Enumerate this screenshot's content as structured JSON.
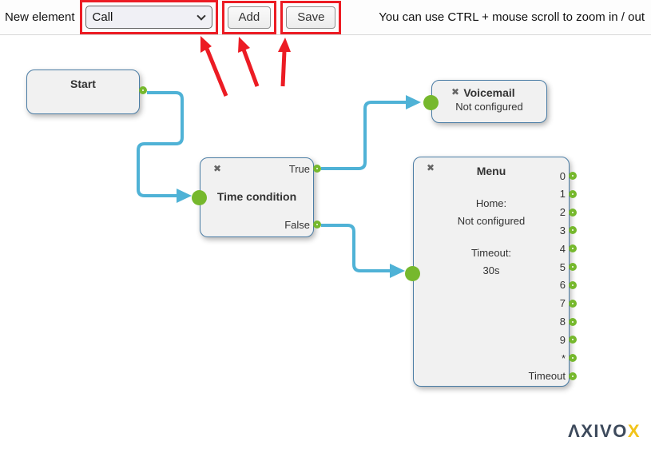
{
  "toolbar": {
    "new_element_label": "New element",
    "element_select": {
      "value": "Call"
    },
    "add_label": "Add",
    "save_label": "Save",
    "hint": "You can use CTRL + mouse scroll to zoom in / out"
  },
  "icons": {
    "close": "✖"
  },
  "colors": {
    "green": "#76b82d",
    "blue": "#4fb2d6",
    "red": "#ec1c24",
    "node_border": "#4b7da5",
    "logo_navy": "#3d4a5c",
    "logo_yellow": "#f2c41a"
  },
  "nodes": {
    "start": {
      "title": "Start"
    },
    "time_condition": {
      "title": "Time condition",
      "outputs": [
        "True",
        "False"
      ]
    },
    "voicemail": {
      "title": "Voicemail",
      "subtitle": "Not configured"
    },
    "menu": {
      "title": "Menu",
      "home_label": "Home:",
      "home_value": "Not configured",
      "timeout_label": "Timeout:",
      "timeout_value": "30s",
      "outputs": [
        "0",
        "1",
        "2",
        "3",
        "4",
        "5",
        "6",
        "7",
        "8",
        "9",
        "*",
        "Timeout"
      ]
    }
  },
  "logo": {
    "text": "ΛXIVO",
    "accent": "X"
  }
}
